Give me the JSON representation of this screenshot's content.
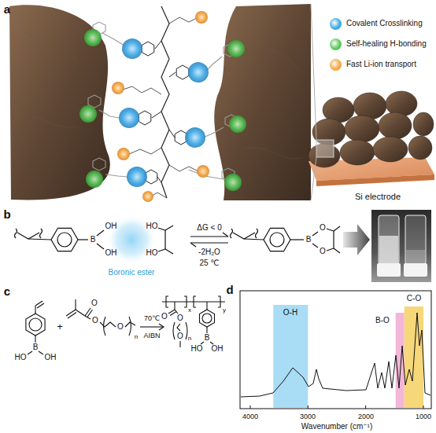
{
  "diagram": {
    "labels": [
      "a",
      "Si electrode",
      "b",
      "B",
      "OH",
      "OH",
      "HO",
      "HO",
      "ΔG < 0",
      "-2H₂O",
      "25 ℃",
      "Boronic ester",
      "B",
      "O",
      "O",
      "c",
      "B",
      "HO",
      "OH",
      "+",
      "O",
      "O",
      "O",
      "n",
      "70℃",
      "AIBN",
      "O",
      "O",
      "O",
      "n",
      "x",
      "y",
      "B",
      "HO",
      "OH",
      "d",
      "O-H",
      "B-O",
      "C-O",
      "4000",
      "3000",
      "2000",
      "1000",
      "Wavenumber (cm⁻¹)"
    ],
    "legend": [
      {
        "text": "Covalent Crosslinking",
        "color": "#3fa9e6"
      },
      {
        "text": "Self-healing H-bonding",
        "color": "#5cc85a"
      },
      {
        "text": "Fast Li-ion transport",
        "color": "#f5a742"
      }
    ]
  }
}
